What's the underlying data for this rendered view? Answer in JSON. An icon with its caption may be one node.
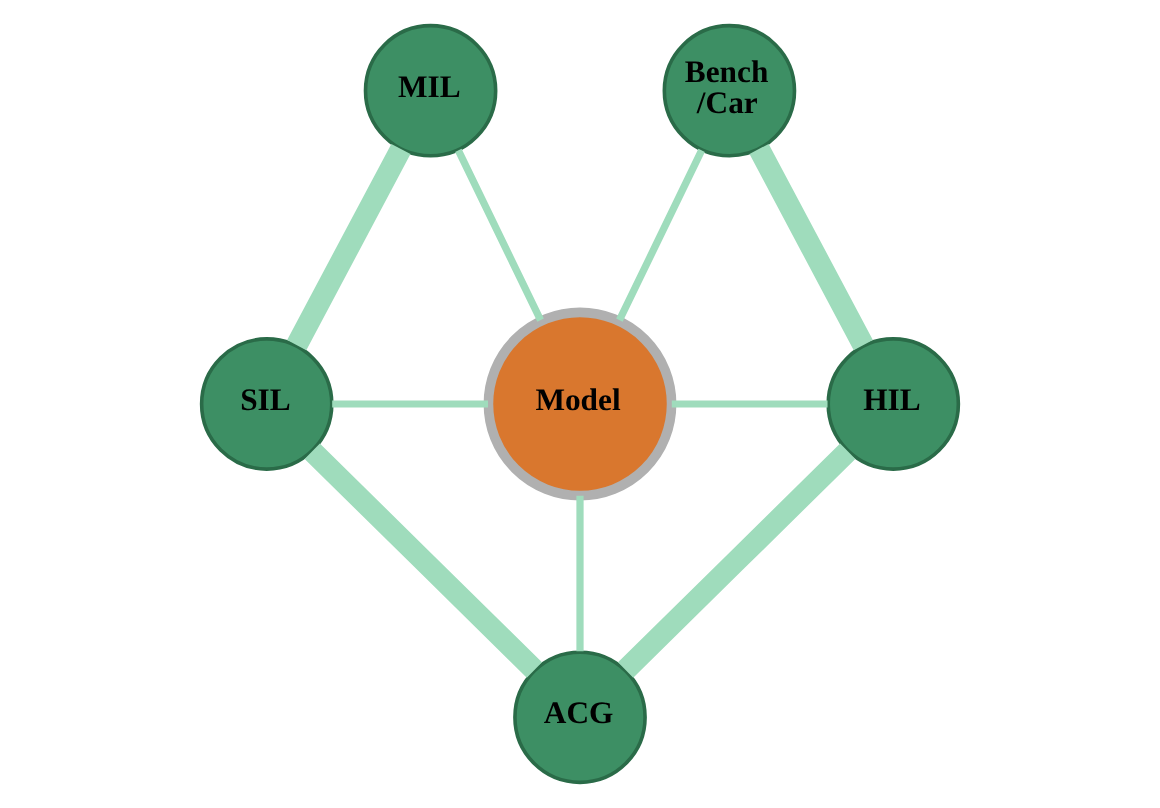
{
  "diagram": {
    "nodes": [
      {
        "text": [
          "MIL"
        ]
      },
      {
        "text": [
          "Bench /Car"
        ]
      },
      {
        "text": [
          "SIL"
        ]
      },
      {
        "text": [
          "Model"
        ]
      },
      {
        "text": [
          "HIL"
        ]
      },
      {
        "text": [
          "ACG"
        ]
      }
    ],
    "edges": [
      {
        "from": 0,
        "to": 2,
        "arrow": "none",
        "style": "thick"
      },
      {
        "from": 0,
        "to": 3,
        "arrow": "none"
      },
      {
        "from": 1,
        "to": 3,
        "arrow": "none"
      },
      {
        "from": 1,
        "to": 4,
        "arrow": "none",
        "style": "thick"
      },
      {
        "from": 2,
        "to": 3,
        "arrow": "none"
      },
      {
        "from": 3,
        "to": 4,
        "arrow": "none"
      },
      {
        "from": 2,
        "to": 5,
        "arrow": "none",
        "style": "thick"
      },
      {
        "from": 3,
        "to": 5,
        "arrow": "none"
      },
      {
        "from": 4,
        "to": 5,
        "arrow": "none",
        "style": "thick"
      }
    ]
  }
}
